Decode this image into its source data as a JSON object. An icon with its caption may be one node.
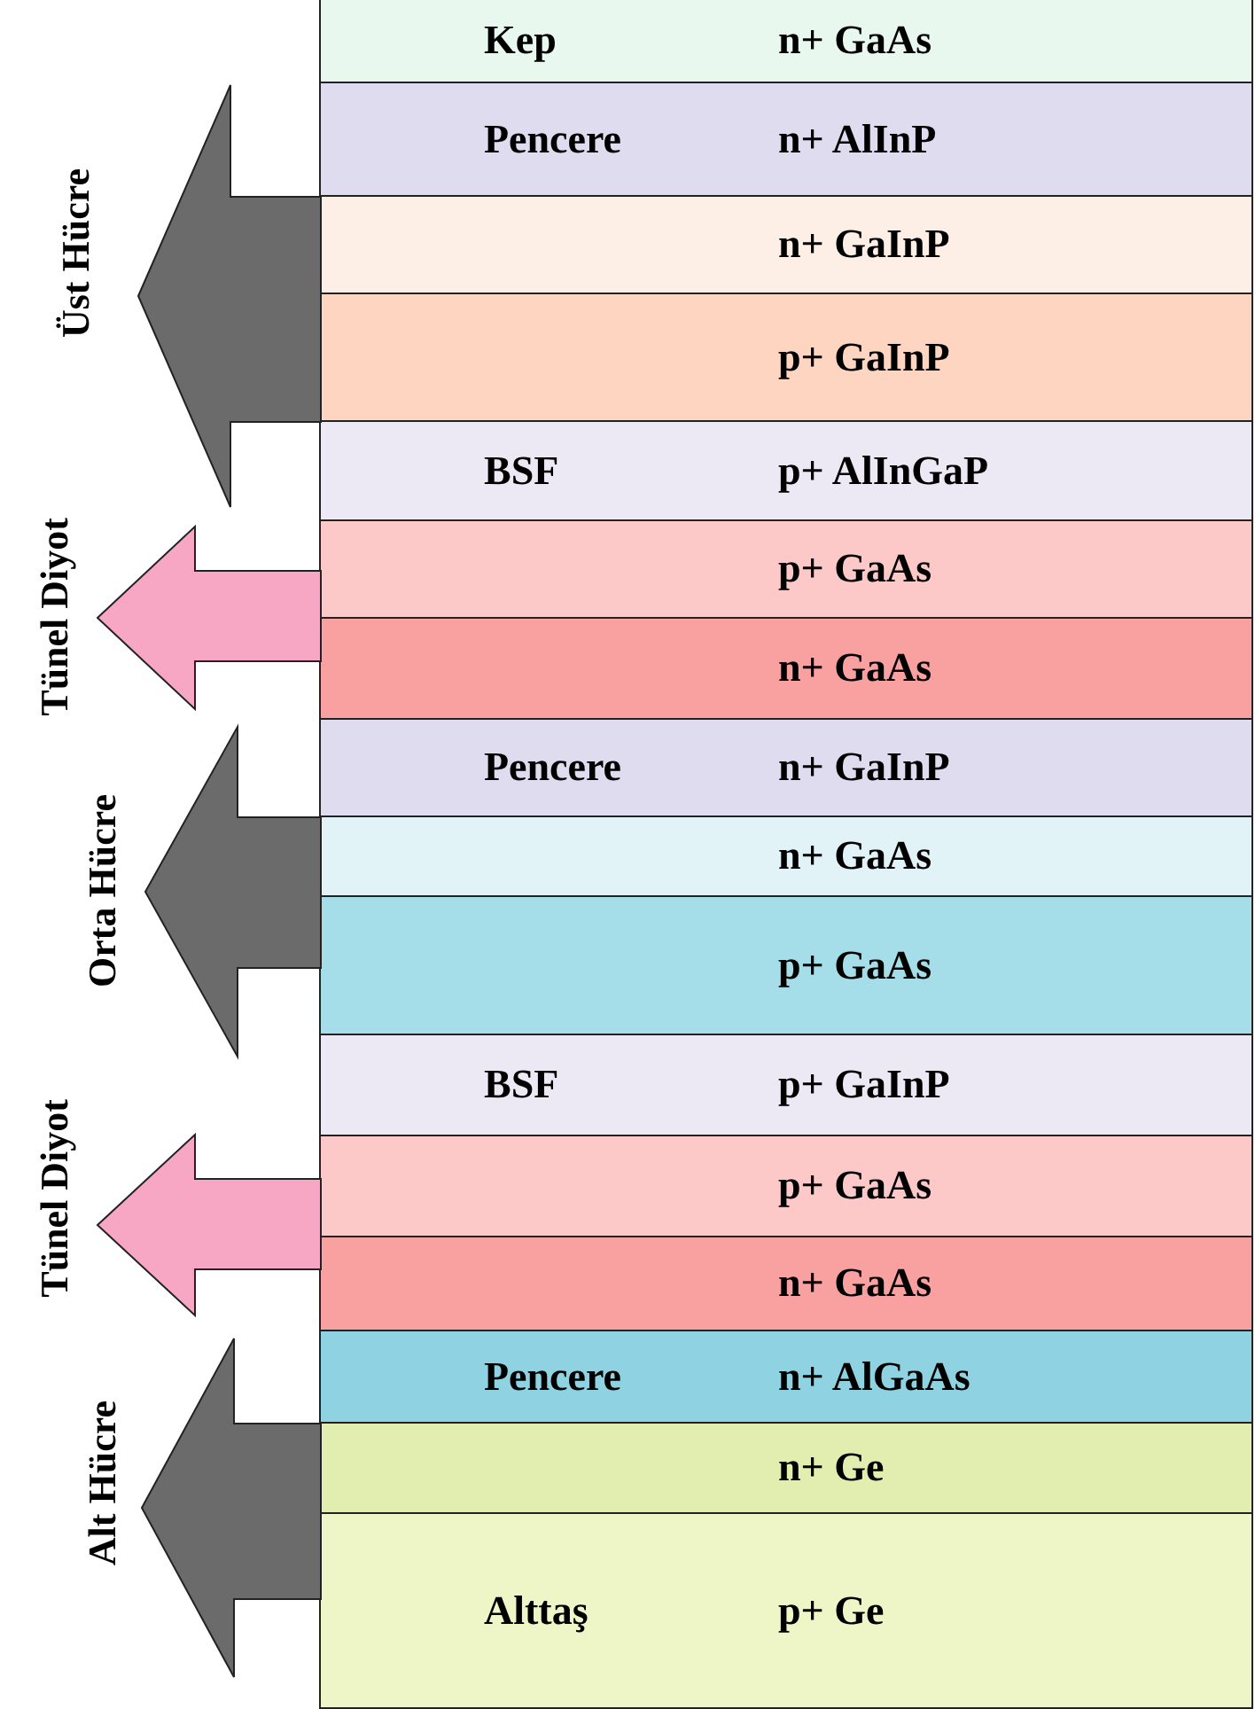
{
  "diagram": {
    "nodes": [
      {
        "text": [
          "Kep",
          "n+ GaAs"
        ]
      },
      {
        "text": [
          "Pencere",
          "n+ AlInP"
        ]
      },
      {
        "text": [
          "n+ GaInP"
        ]
      },
      {
        "text": [
          "p+ GaInP"
        ]
      },
      {
        "text": [
          "BSF",
          "p+ AlInGaP"
        ]
      },
      {
        "text": [
          "p+ GaAs"
        ]
      },
      {
        "text": [
          "n+ GaAs"
        ]
      },
      {
        "text": [
          "Pencere",
          "n+ GaInP"
        ]
      },
      {
        "text": [
          "n+ GaAs"
        ]
      },
      {
        "text": [
          "p+ GaAs"
        ]
      },
      {
        "text": [
          "BSF",
          "p+ GaInP"
        ]
      },
      {
        "text": [
          "p+ GaAs"
        ]
      },
      {
        "text": [
          "n+ GaAs"
        ]
      },
      {
        "text": [
          "Pencere",
          "n+ AlGaAs"
        ]
      },
      {
        "text": [
          "n+ Ge"
        ]
      },
      {
        "text": [
          "Alttaş",
          "p+ Ge"
        ]
      },
      {
        "text": [
          "Üst Hücre"
        ]
      },
      {
        "text": [
          "Tünel Diyot"
        ]
      },
      {
        "text": [
          "Orta Hücre"
        ]
      },
      {
        "text": [
          "Tünel Diyot"
        ]
      },
      {
        "text": [
          "Alt Hücre"
        ]
      }
    ]
  }
}
